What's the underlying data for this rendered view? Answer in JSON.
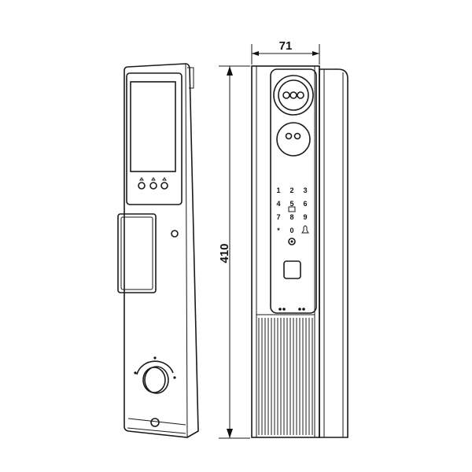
{
  "dimensions": {
    "width_label": "71",
    "height_label": "410",
    "unit_values": {
      "width": 71,
      "height": 410
    }
  },
  "keypad": {
    "rows": [
      [
        "1",
        "2",
        "3"
      ],
      [
        "4",
        "5",
        "6"
      ],
      [
        "7",
        "8",
        "9"
      ],
      [
        "*",
        "0",
        "bell"
      ]
    ]
  },
  "icons": [
    "camera-icon",
    "fingerprint-sensor-icon",
    "bell-icon",
    "lock-icon",
    "knob-icon"
  ],
  "colors": {
    "line": "#1a1a1a",
    "background": "#ffffff"
  }
}
